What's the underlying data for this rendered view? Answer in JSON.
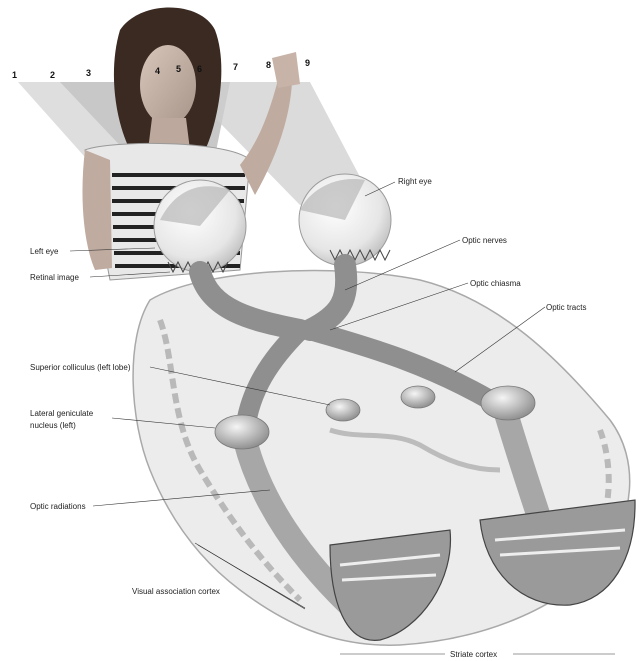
{
  "field_numbers": [
    "1",
    "2",
    "3",
    "4",
    "5",
    "6",
    "7",
    "8",
    "9"
  ],
  "labels": {
    "right_eye": "Right eye",
    "left_eye": "Left eye",
    "retinal_image": "Retinal image",
    "optic_nerves": "Optic nerves",
    "optic_chiasma": "Optic chiasma",
    "optic_tracts": "Optic tracts",
    "superior_colliculus": "Superior colliculus (left lobe)",
    "lgn_line1": "Lateral geniculate",
    "lgn_line2": "nucleus (left)",
    "optic_radiations": "Optic radiations",
    "visual_association_cortex": "Visual association cortex",
    "striate_cortex": "Striate cortex"
  },
  "colors": {
    "field_light": "#d8d8d8",
    "field_dark": "#9a9a9a",
    "brain_surface": "#ececec",
    "brain_edge": "#b8b8b8",
    "tract": "#8f8f8f",
    "hair": "#3a2a22",
    "skin": "#c9b5a8"
  }
}
